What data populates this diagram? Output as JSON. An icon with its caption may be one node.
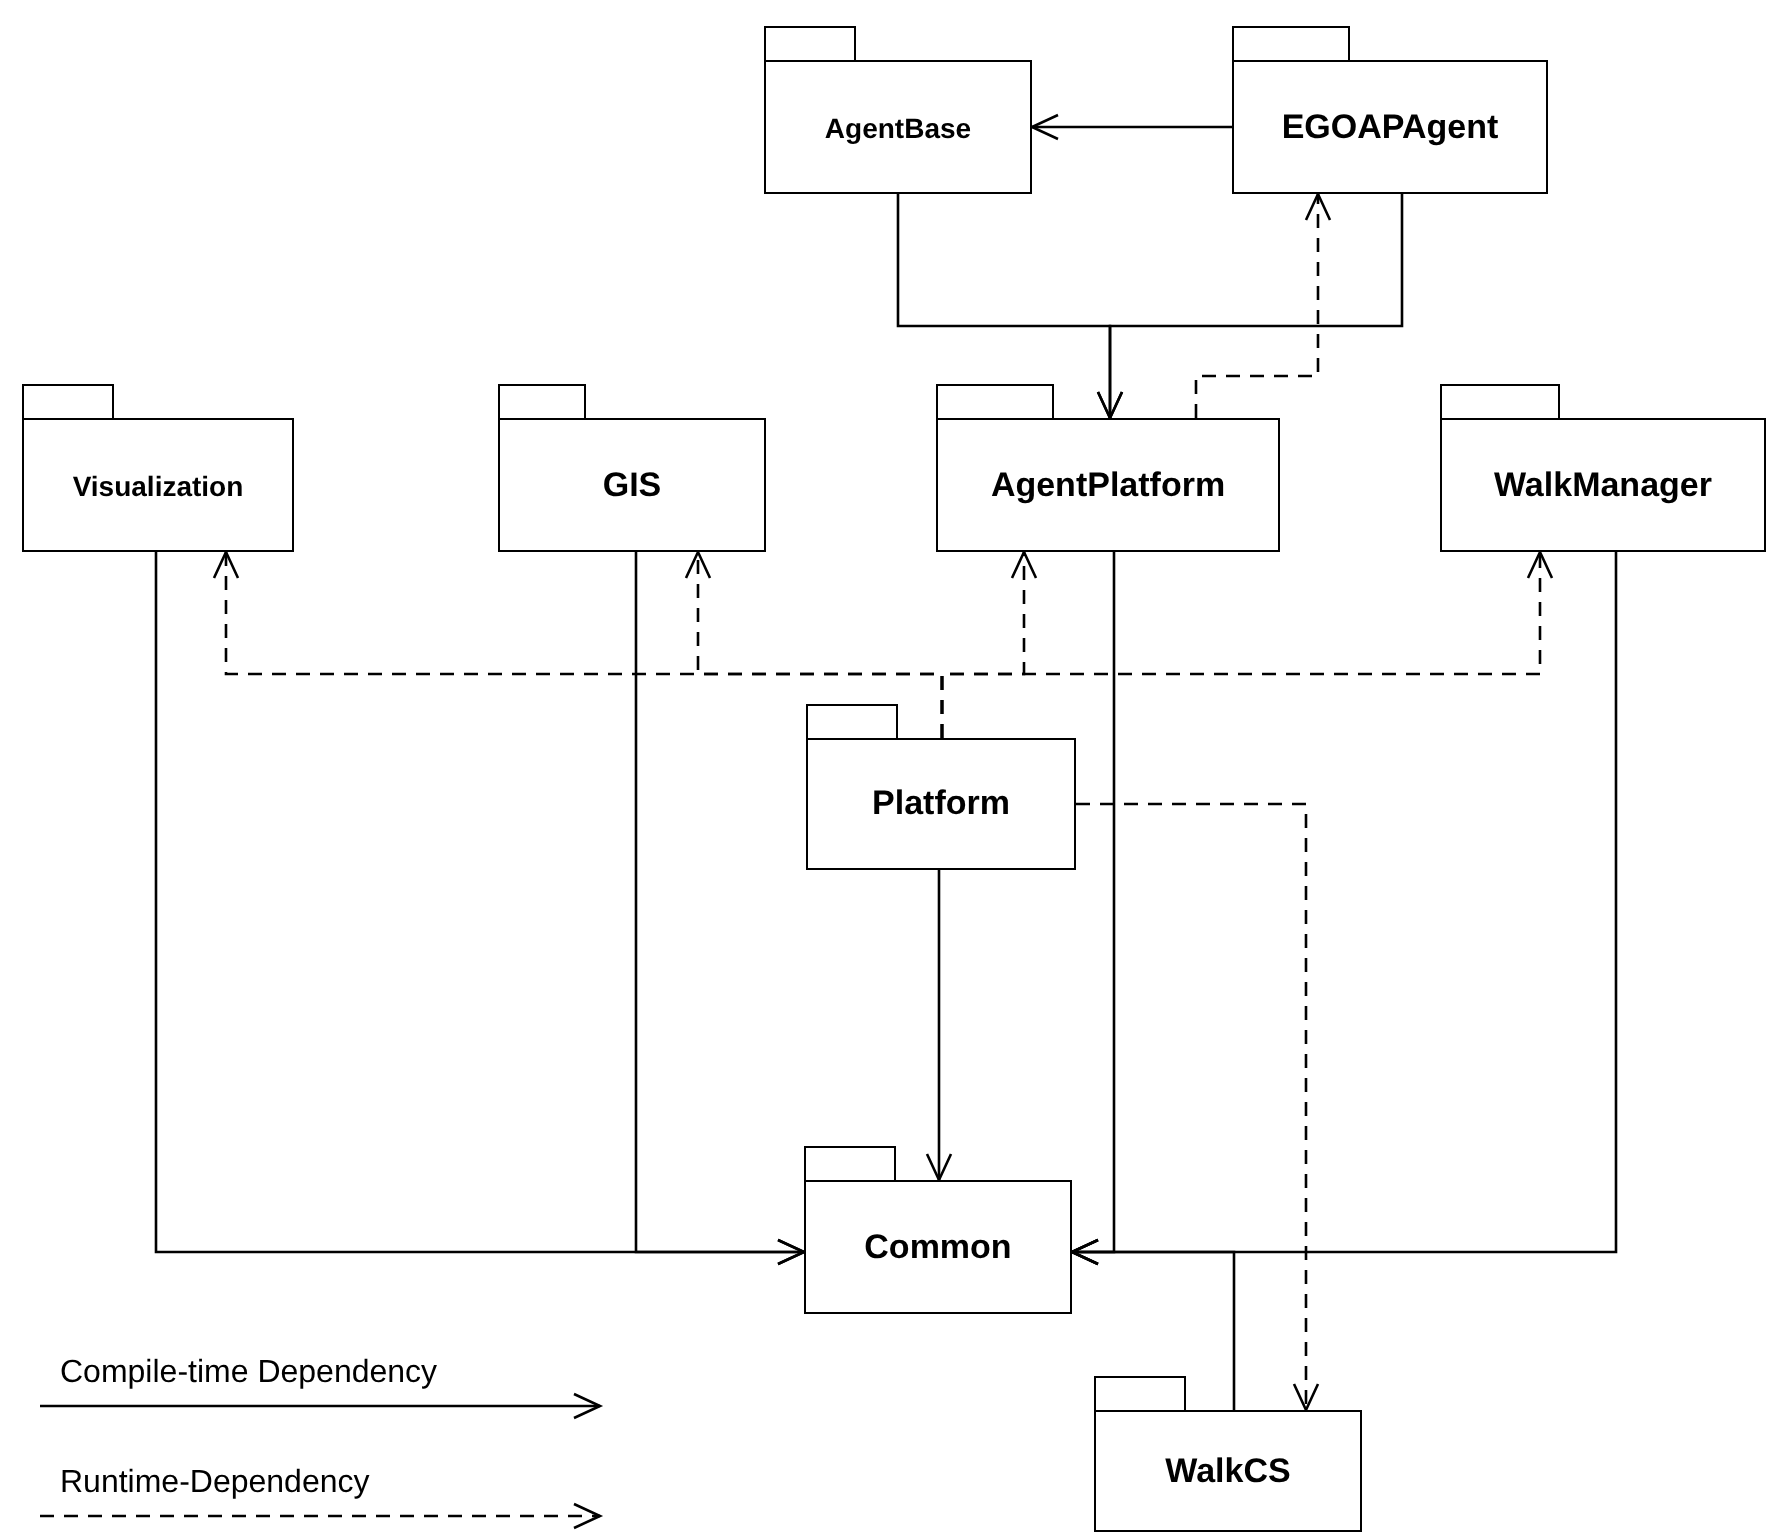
{
  "diagram": {
    "nodes": [
      {
        "text": [
          "AgentBase"
        ]
      },
      {
        "text": [
          "EGOAPAgent"
        ]
      },
      {
        "text": [
          "Visualization"
        ]
      },
      {
        "text": [
          "GIS"
        ]
      },
      {
        "text": [
          "AgentPlatform"
        ]
      },
      {
        "text": [
          "WalkManager"
        ]
      },
      {
        "text": [
          "Platform"
        ]
      },
      {
        "text": [
          "Common"
        ]
      },
      {
        "text": [
          "WalkCS"
        ]
      }
    ],
    "edges": [
      {
        "from": 1,
        "to": 0,
        "arrow": "to"
      },
      {
        "from": 0,
        "to": 4,
        "arrow": "to"
      },
      {
        "from": 1,
        "to": 4,
        "arrow": "to"
      },
      {
        "from": 4,
        "to": 1,
        "arrow": "to",
        "style": "dashed"
      },
      {
        "from": 6,
        "to": 2,
        "arrow": "to",
        "style": "dashed"
      },
      {
        "from": 6,
        "to": 3,
        "arrow": "to",
        "style": "dashed"
      },
      {
        "from": 6,
        "to": 4,
        "arrow": "to",
        "style": "dashed"
      },
      {
        "from": 6,
        "to": 5,
        "arrow": "to",
        "style": "dashed"
      },
      {
        "from": 6,
        "to": 8,
        "arrow": "to",
        "style": "dashed"
      },
      {
        "from": 6,
        "to": 7,
        "arrow": "to"
      },
      {
        "from": 2,
        "to": 7,
        "arrow": "to"
      },
      {
        "from": 3,
        "to": 7,
        "arrow": "to"
      },
      {
        "from": 4,
        "to": 7,
        "arrow": "to"
      },
      {
        "from": 5,
        "to": 7,
        "arrow": "to"
      },
      {
        "from": 8,
        "to": 7,
        "arrow": "to"
      }
    ],
    "legend": [
      {
        "text": "Compile-time Dependency"
      },
      {
        "text": "Runtime-Dependency"
      }
    ]
  }
}
